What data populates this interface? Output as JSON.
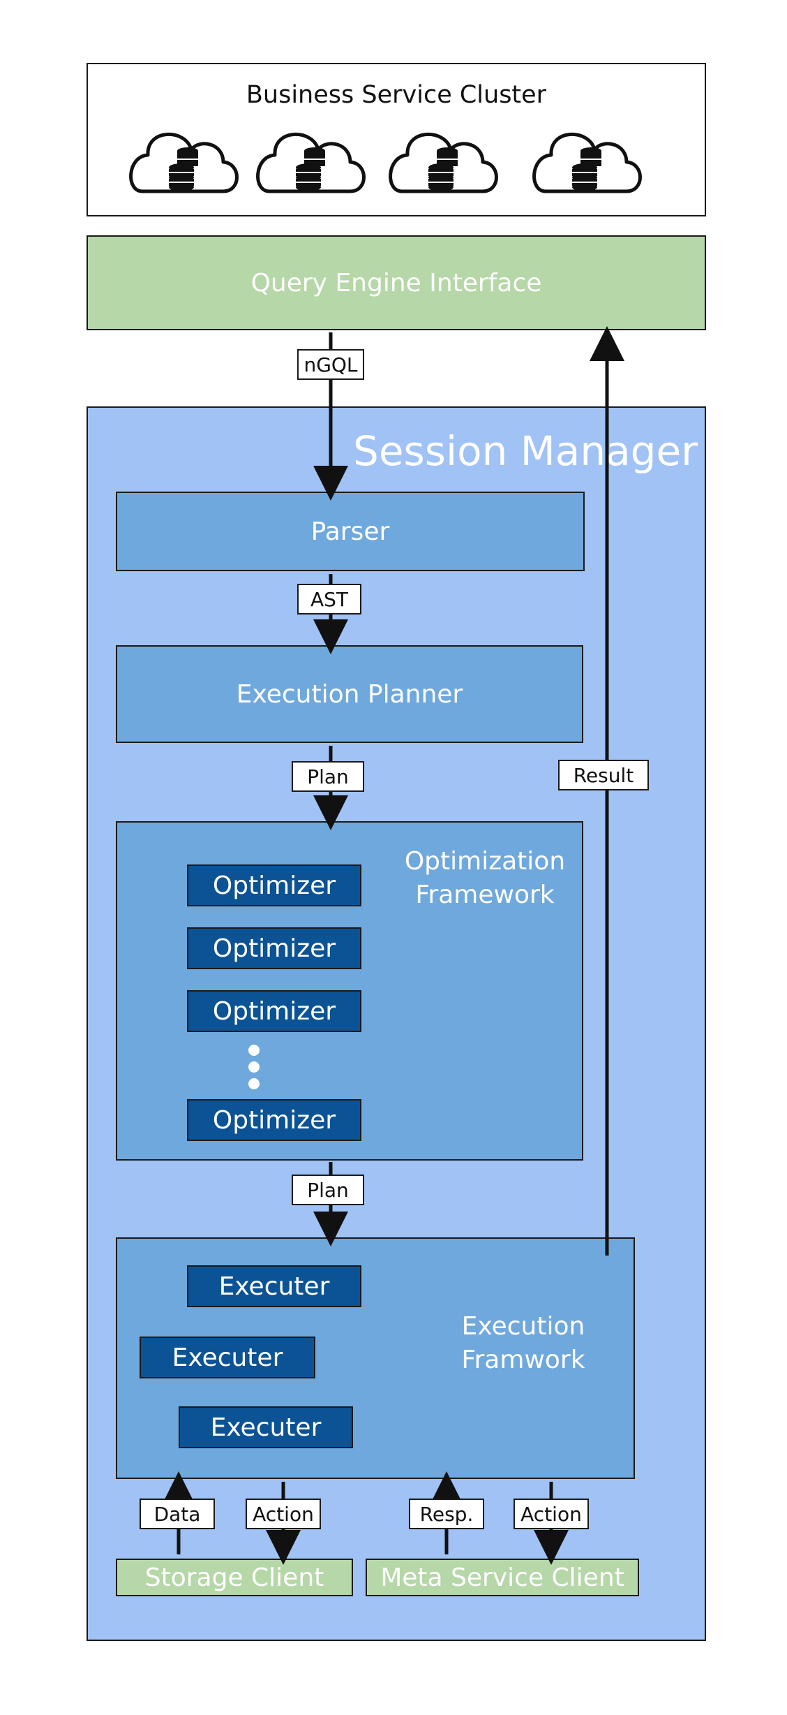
{
  "cluster": {
    "title": "Business Service Cluster",
    "icons": [
      "cloud-database-icon",
      "cloud-database-icon",
      "cloud-database-icon",
      "cloud-database-icon"
    ]
  },
  "query_engine_interface": {
    "label": "Query Engine Interface"
  },
  "session_manager": {
    "title": "Session Manager"
  },
  "edges": {
    "ngql": "nGQL",
    "ast": "AST",
    "plan1": "Plan",
    "plan2": "Plan",
    "result": "Result",
    "data": "Data",
    "action1": "Action",
    "resp": "Resp.",
    "action2": "Action"
  },
  "parser": {
    "label": "Parser"
  },
  "planner": {
    "label": "Execution Planner"
  },
  "optimization": {
    "title_line1": "Optimization",
    "title_line2": "Framework",
    "optimizers": [
      "Optimizer",
      "Optimizer",
      "Optimizer",
      "Optimizer"
    ]
  },
  "execution": {
    "title_line1": "Execution",
    "title_line2": "Framwork",
    "executers": [
      "Executer",
      "Executer",
      "Executer"
    ]
  },
  "clients": {
    "storage": "Storage Client",
    "meta": "Meta Service Client"
  },
  "colors": {
    "green": "#b6d7a8",
    "session_bg": "#a0c2f5",
    "stage": "#6fa8dc",
    "dark": "#0b5394"
  }
}
